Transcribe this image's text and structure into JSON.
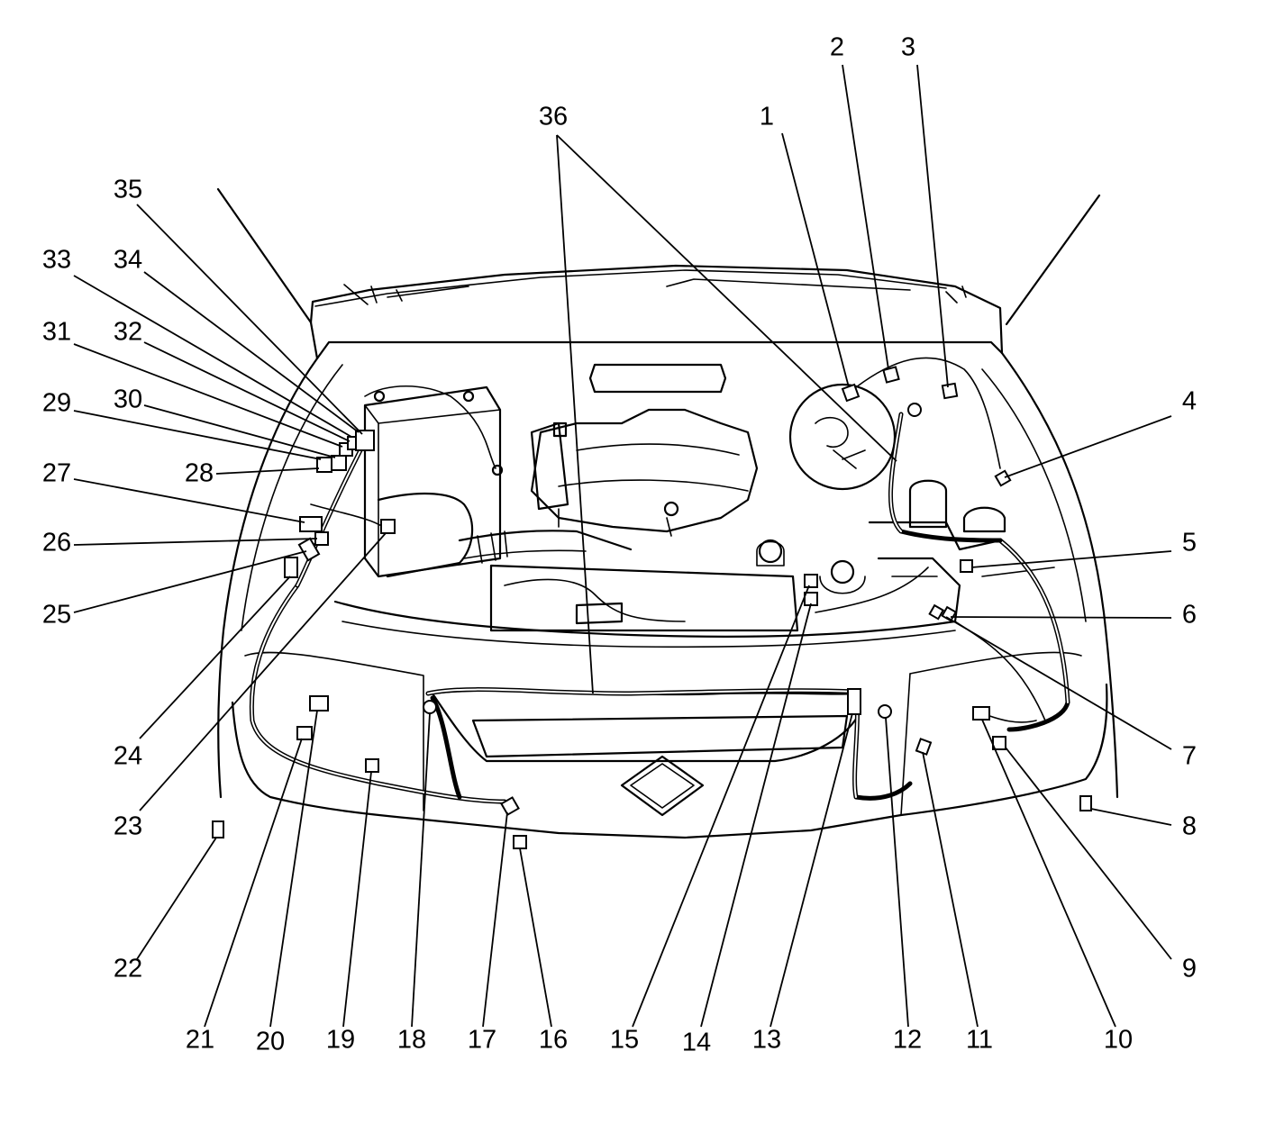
{
  "figure": {
    "kind": "engine compartment wiring harness connector locator",
    "callout_count": 36
  },
  "callouts": [
    {
      "id": "1",
      "label": "1"
    },
    {
      "id": "2",
      "label": "2"
    },
    {
      "id": "3",
      "label": "3"
    },
    {
      "id": "4",
      "label": "4"
    },
    {
      "id": "5",
      "label": "5"
    },
    {
      "id": "6",
      "label": "6"
    },
    {
      "id": "7",
      "label": "7"
    },
    {
      "id": "8",
      "label": "8"
    },
    {
      "id": "9",
      "label": "9"
    },
    {
      "id": "10",
      "label": "10"
    },
    {
      "id": "11",
      "label": "11"
    },
    {
      "id": "12",
      "label": "12"
    },
    {
      "id": "13",
      "label": "13"
    },
    {
      "id": "14",
      "label": "14"
    },
    {
      "id": "15",
      "label": "15"
    },
    {
      "id": "16",
      "label": "16"
    },
    {
      "id": "17",
      "label": "17"
    },
    {
      "id": "18",
      "label": "18"
    },
    {
      "id": "19",
      "label": "19"
    },
    {
      "id": "20",
      "label": "20"
    },
    {
      "id": "21",
      "label": "21"
    },
    {
      "id": "22",
      "label": "22"
    },
    {
      "id": "23",
      "label": "23"
    },
    {
      "id": "24",
      "label": "24"
    },
    {
      "id": "25",
      "label": "25"
    },
    {
      "id": "26",
      "label": "26"
    },
    {
      "id": "27",
      "label": "27"
    },
    {
      "id": "28",
      "label": "28"
    },
    {
      "id": "29",
      "label": "29"
    },
    {
      "id": "30",
      "label": "30"
    },
    {
      "id": "31",
      "label": "31"
    },
    {
      "id": "32",
      "label": "32"
    },
    {
      "id": "33",
      "label": "33"
    },
    {
      "id": "34",
      "label": "34"
    },
    {
      "id": "35",
      "label": "35"
    },
    {
      "id": "36",
      "label": "36"
    }
  ]
}
